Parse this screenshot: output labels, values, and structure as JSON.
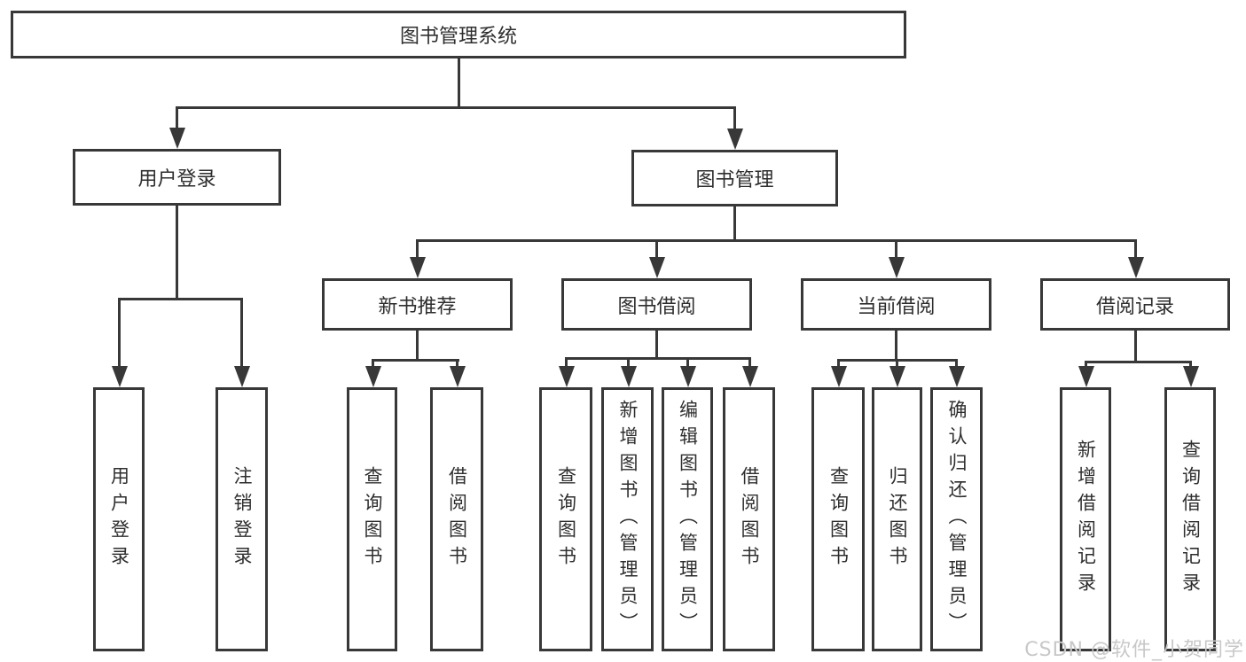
{
  "diagram": {
    "type": "hierarchy-tree",
    "colors": {
      "line": "#383838",
      "text": "#2e2e2e",
      "background": "#ffffff",
      "watermark": "#c8c8c8"
    },
    "watermark": "CSDN @软件_小贺同学",
    "nodes": {
      "root": {
        "label": "图书管理系统"
      },
      "user_login": {
        "label": "用户登录"
      },
      "book_mgmt": {
        "label": "图书管理"
      },
      "new_book_rec": {
        "label": "新书推荐"
      },
      "book_borrow": {
        "label": "图书借阅"
      },
      "current_borrow": {
        "label": "当前借阅"
      },
      "borrow_records": {
        "label": "借阅记录"
      },
      "leaf_user_login": {
        "label": "用户登录"
      },
      "leaf_logout": {
        "label": "注销登录"
      },
      "leaf_rec_query": {
        "label": "查询图书"
      },
      "leaf_rec_borrow": {
        "label": "借阅图书"
      },
      "leaf_bb_query": {
        "label": "查询图书"
      },
      "leaf_bb_add": {
        "label": "新增图书（管理员）"
      },
      "leaf_bb_edit": {
        "label": "编辑图书（管理员）"
      },
      "leaf_bb_borrow": {
        "label": "借阅图书"
      },
      "leaf_cb_query": {
        "label": "查询图书"
      },
      "leaf_cb_return": {
        "label": "归还图书"
      },
      "leaf_cb_confirm": {
        "label": "确认归还（管理员）"
      },
      "leaf_br_add": {
        "label": "新增借阅记录"
      },
      "leaf_br_query": {
        "label": "查询借阅记录"
      }
    },
    "hierarchy": {
      "root": "图书管理系统",
      "children": [
        {
          "label": "用户登录",
          "children": [
            "用户登录",
            "注销登录"
          ]
        },
        {
          "label": "图书管理",
          "children": [
            {
              "label": "新书推荐",
              "children": [
                "查询图书",
                "借阅图书"
              ]
            },
            {
              "label": "图书借阅",
              "children": [
                "查询图书",
                "新增图书（管理员）",
                "编辑图书（管理员）",
                "借阅图书"
              ]
            },
            {
              "label": "当前借阅",
              "children": [
                "查询图书",
                "归还图书",
                "确认归还（管理员）"
              ]
            },
            {
              "label": "借阅记录",
              "children": [
                "新增借阅记录",
                "查询借阅记录"
              ]
            }
          ]
        }
      ]
    }
  }
}
